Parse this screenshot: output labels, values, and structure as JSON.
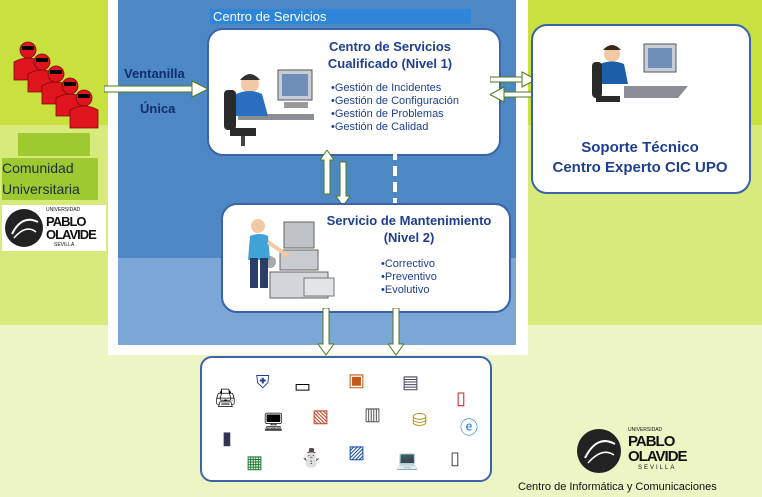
{
  "services_panel": {
    "title": "Centro de Servicios"
  },
  "window_label": {
    "line1": "Ventanilla",
    "line2": "Única"
  },
  "community": {
    "line1": "Comunidad",
    "line2": "Universitaria"
  },
  "level1": {
    "title_line1": "Centro de Servicios",
    "title_line2": "Cualificado (Nivel 1)",
    "items": [
      "•Gestión de Incidentes",
      "•Gestión de Configuración",
      "•Gestión de Problemas",
      "•Gestión de Calidad"
    ]
  },
  "level2": {
    "title_line1": "Servicio de Mantenimiento",
    "title_line2": "(Nivel 2)",
    "items": [
      "•Correctivo",
      "•Preventivo",
      "•Evolutivo"
    ]
  },
  "support": {
    "line1": "Soporte Técnico",
    "line2": "Centro Experto CIC UPO"
  },
  "logo": {
    "line1": "UNIVERSIDAD",
    "line2": "PABLO",
    "line3": "OLAVIDE",
    "line4": "SEVILLA"
  },
  "footer": {
    "text": "Centro de Informática y Comunicaciones"
  },
  "colors": {
    "panel_blue": "#4d88c4",
    "box_border": "#3a63a8",
    "text_blue": "#1e3f8f",
    "lime": "#c8e13e",
    "person_red": "#e0141c"
  },
  "device_icons": [
    "printer-icon",
    "shield-icon",
    "scanner-icon",
    "window-icon",
    "switch-icon",
    "pdf-icon",
    "computer-icon",
    "document-icon",
    "server-icon",
    "database-icon",
    "pda-icon",
    "laptop-icon",
    "internet-icon",
    "spreadsheet-icon",
    "linux-icon",
    "word-icon",
    "phone-icon"
  ]
}
